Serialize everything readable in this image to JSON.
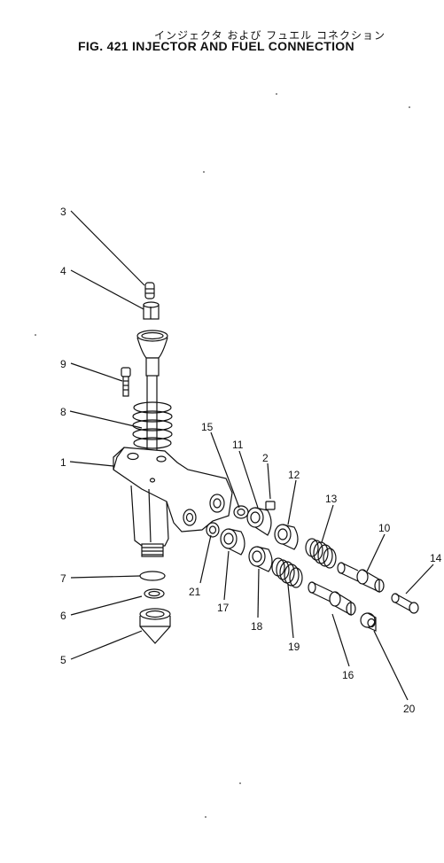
{
  "title": {
    "japanese": "インジェクタ および フュエル コネクション",
    "english": "FIG. 421  INJECTOR  AND  FUEL  CONNECTION"
  },
  "callouts": [
    {
      "id": "c3",
      "label": "3"
    },
    {
      "id": "c4",
      "label": "4"
    },
    {
      "id": "c9",
      "label": "9"
    },
    {
      "id": "c8",
      "label": "8"
    },
    {
      "id": "c1",
      "label": "1"
    },
    {
      "id": "c7",
      "label": "7"
    },
    {
      "id": "c6",
      "label": "6"
    },
    {
      "id": "c5",
      "label": "5"
    },
    {
      "id": "c15",
      "label": "15"
    },
    {
      "id": "c11",
      "label": "11"
    },
    {
      "id": "c2",
      "label": "2"
    },
    {
      "id": "c12",
      "label": "12"
    },
    {
      "id": "c13",
      "label": "13"
    },
    {
      "id": "c10",
      "label": "10"
    },
    {
      "id": "c14",
      "label": "14"
    },
    {
      "id": "c21",
      "label": "21"
    },
    {
      "id": "c17",
      "label": "17"
    },
    {
      "id": "c18",
      "label": "18"
    },
    {
      "id": "c19",
      "label": "19"
    },
    {
      "id": "c16",
      "label": "16"
    },
    {
      "id": "c20",
      "label": "20"
    }
  ]
}
